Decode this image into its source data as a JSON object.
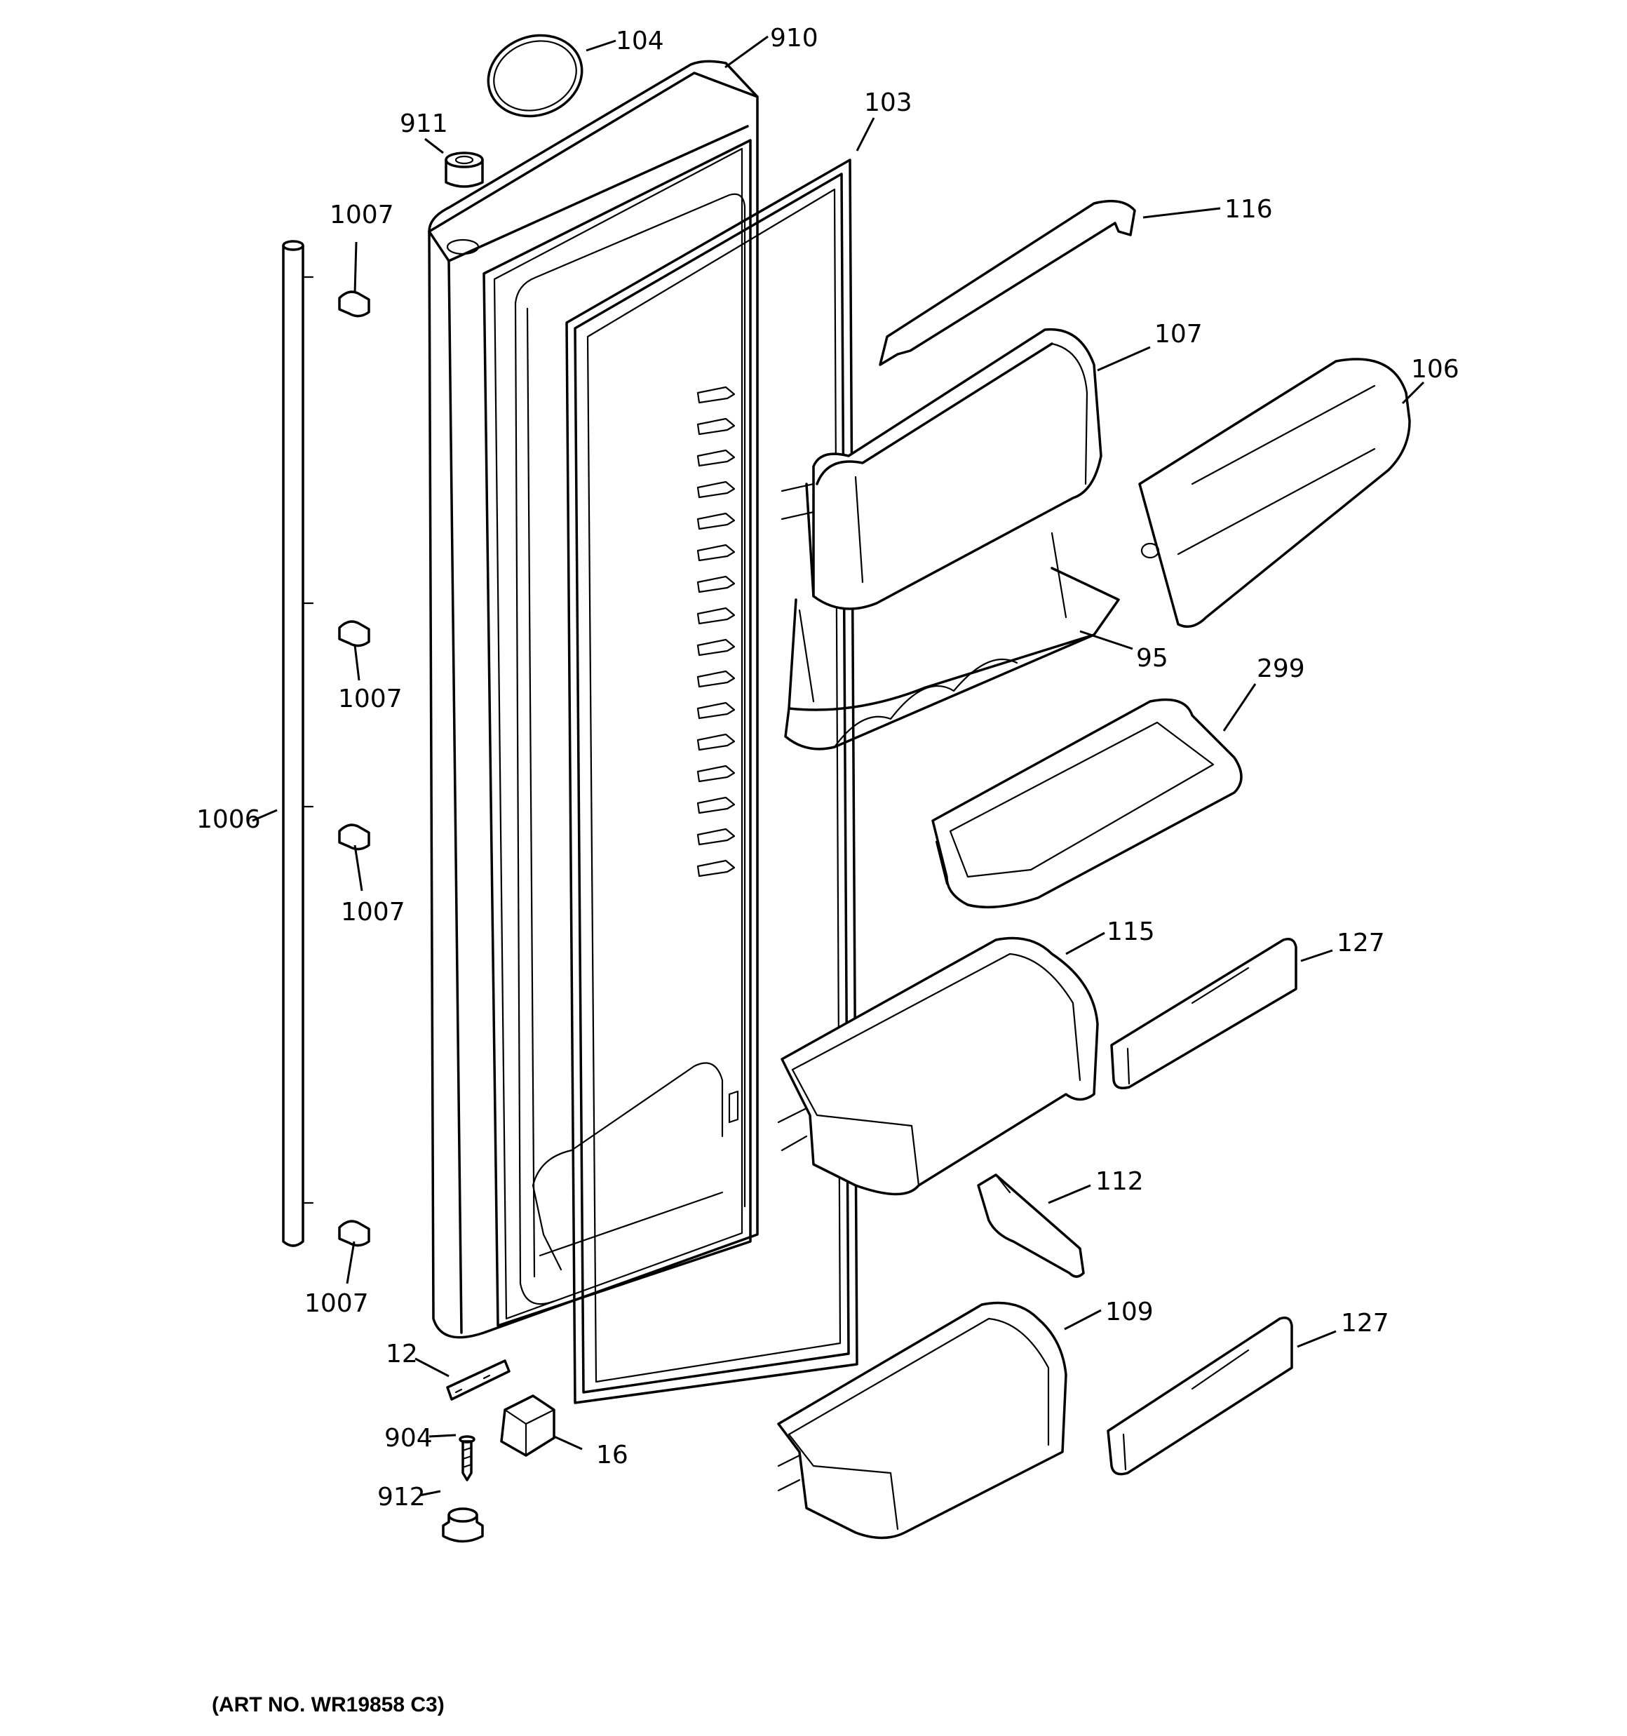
{
  "labels": {
    "l104": "104",
    "l910": "910",
    "l911": "911",
    "l103": "103",
    "l1007a": "1007",
    "l116": "116",
    "l107": "107",
    "l106": "106",
    "l95": "95",
    "l1007b": "1007",
    "l299": "299",
    "l1006": "1006",
    "l1007c": "1007",
    "l115": "115",
    "l127a": "127",
    "l112": "112",
    "l1007d": "1007",
    "l109": "109",
    "l127b": "127",
    "l12": "12",
    "l904": "904",
    "l16": "16",
    "l912": "912"
  },
  "art_number": "(ART NO. WR19858 C3)"
}
